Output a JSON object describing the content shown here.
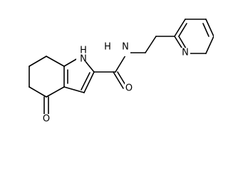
{
  "molecule": {
    "atoms": {
      "nh_indole": "N",
      "nh_indole_h": "H",
      "nh_amide": "N",
      "nh_amide_h": "H",
      "o_amide": "O",
      "o_ketone": "O",
      "n_pyridine": "N"
    }
  }
}
